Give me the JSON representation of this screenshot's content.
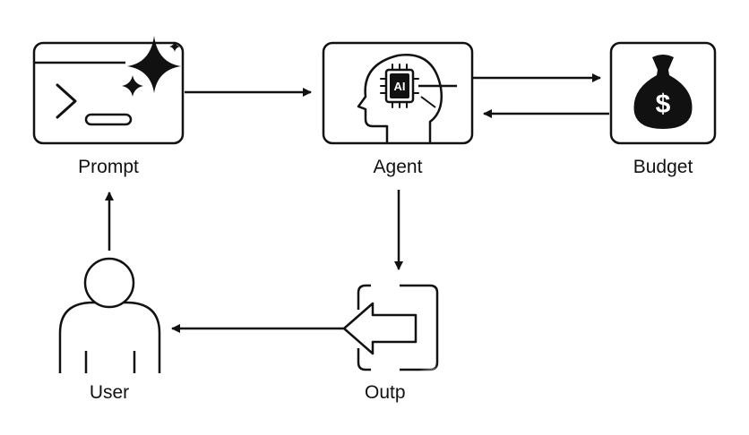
{
  "nodes": {
    "prompt": {
      "label": "Prompt",
      "icon": "terminal-sparkle-icon"
    },
    "agent": {
      "label": "Agent",
      "icon": "ai-head-icon",
      "chip_text": "AI"
    },
    "budget": {
      "label": "Budget",
      "icon": "money-bag-icon",
      "symbol": "$"
    },
    "output": {
      "label": "Outp",
      "icon": "output-arrow-icon"
    },
    "user": {
      "label": "User",
      "icon": "user-icon"
    }
  },
  "colors": {
    "stroke": "#111111",
    "background": "#ffffff"
  }
}
